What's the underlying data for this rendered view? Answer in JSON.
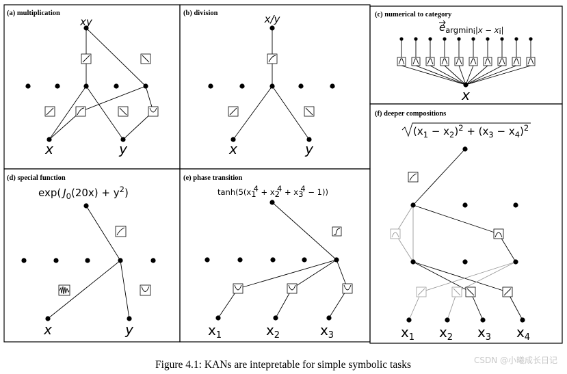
{
  "panels": {
    "a": {
      "title": "(a) multiplication",
      "formula": "xy",
      "inputs": [
        "x",
        "y"
      ]
    },
    "b": {
      "title": "(b) division",
      "formula": "x/y",
      "inputs": [
        "x",
        "y"
      ]
    },
    "c": {
      "title": "(c) numerical to category",
      "formula_base": "e",
      "formula_sub": "argmin",
      "formula_sub2": "i",
      "formula_sub3": "|x − x",
      "formula_sub4": "i",
      "formula_sub5": "|",
      "inputs": [
        "x"
      ]
    },
    "d": {
      "title": "(d) special function",
      "formula_pre": "exp(",
      "formula_fn": "J",
      "formula_fn_sub": "0",
      "formula_mid": "(20x) + y",
      "formula_sup": "2",
      "formula_post": ")",
      "inputs": [
        "x",
        "y"
      ]
    },
    "e": {
      "title": "(e) phase transition",
      "formula_pre": "tanh(5(x",
      "formula_s1": "1",
      "formula_p1": "4",
      "formula_plus1": " + x",
      "formula_s2": "2",
      "formula_p2": "4",
      "formula_plus2": " + x",
      "formula_s3": "3",
      "formula_p3": "4",
      "formula_post": " − 1))",
      "inputs": [
        "x",
        "x",
        "x"
      ],
      "input_subs": [
        "1",
        "2",
        "3"
      ]
    },
    "f": {
      "title": "(f) deeper compositions",
      "formula_a": "(x",
      "formula_s1": "1",
      "formula_b": " − x",
      "formula_s2": "2",
      "formula_c": ")",
      "formula_p1": "2",
      "formula_d": " + (x",
      "formula_s3": "3",
      "formula_e": " − x",
      "formula_s4": "4",
      "formula_f": ")",
      "formula_p2": "2",
      "inputs": [
        "x",
        "x",
        "x",
        "x"
      ],
      "input_subs": [
        "1",
        "2",
        "3",
        "4"
      ]
    }
  },
  "caption": "Figure 4.1: KANs are intepretable for simple symbolic tasks",
  "watermark": "CSDN @小曦成长日记"
}
